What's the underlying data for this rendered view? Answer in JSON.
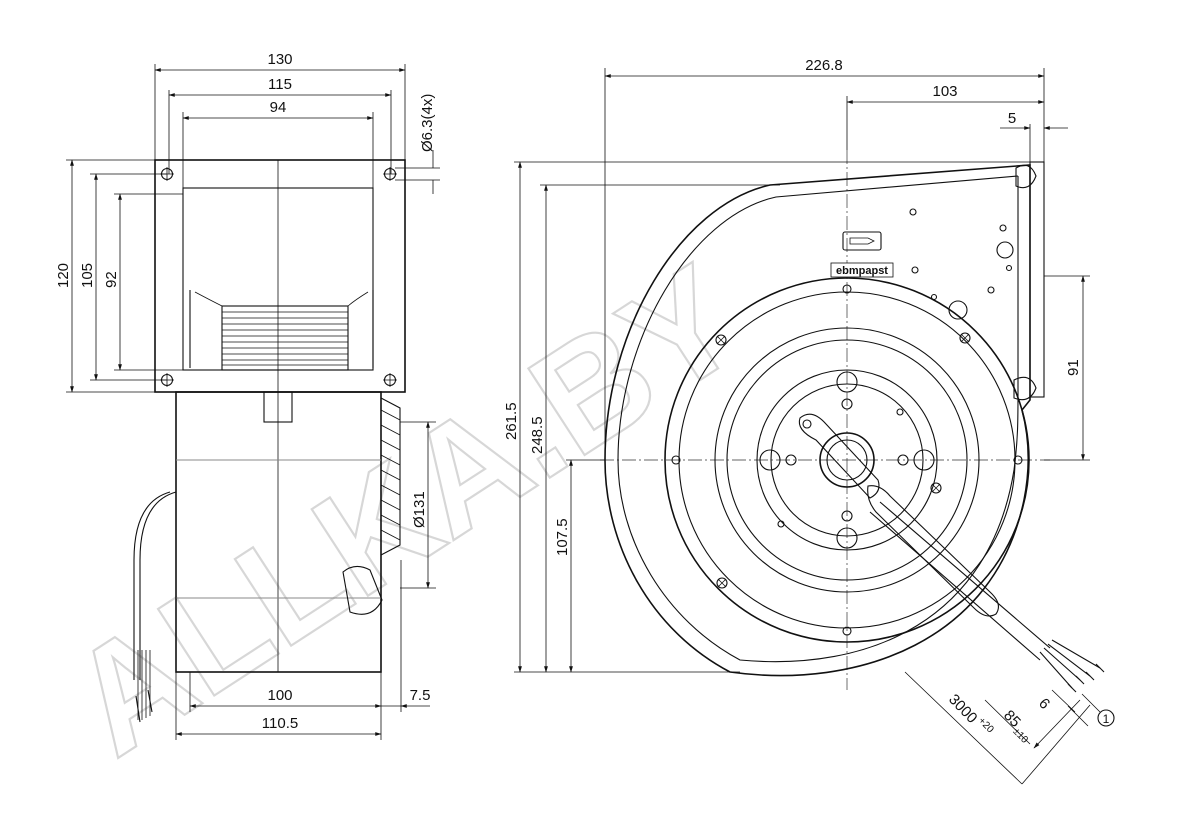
{
  "brand_label": "ebmpapst",
  "watermark_text": "ALLKA.BY",
  "callout_marker": "1",
  "side_view": {
    "dims": {
      "width_overall": "130",
      "width_holes": "115",
      "width_inner": "94",
      "hole_dia": "Ø6.3(4x)",
      "height_overall": "120",
      "height_holes": "105",
      "height_inner": "92",
      "wheel_dia": "Ø131",
      "depth": "100",
      "offset": "7.5",
      "depth_overall": "110.5"
    }
  },
  "front_view": {
    "dims": {
      "width_overall": "226.8",
      "center_to_flange": "103",
      "flange_thickness": "5",
      "outlet_height": "91",
      "height_overall": "261.5",
      "height_body": "248.5",
      "center_height": "107.5",
      "cable_length": "3000",
      "cable_length_tol": "+20",
      "strip_length": "85",
      "strip_length_tol": "±10",
      "wire_strip": "6"
    }
  },
  "colors": {
    "line": "#111111",
    "watermark": "#bdbdbd",
    "background": "#ffffff"
  }
}
